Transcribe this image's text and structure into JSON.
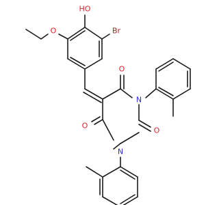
{
  "colors": {
    "bond": "#1a1a1a",
    "oxygen": "#e8202a",
    "nitrogen": "#2c2cd8",
    "bromine": "#a52a2a",
    "carbon": "#1a1a1a"
  },
  "atoms": {
    "hydroxyl": "HO",
    "bromine": "Br",
    "ether_oxygen": "O",
    "carbonyl_o_top": "O",
    "carbonyl_o_right": "O",
    "carbonyl_o_left": "O",
    "nitrogen_top": "N",
    "nitrogen_bottom": "N"
  }
}
